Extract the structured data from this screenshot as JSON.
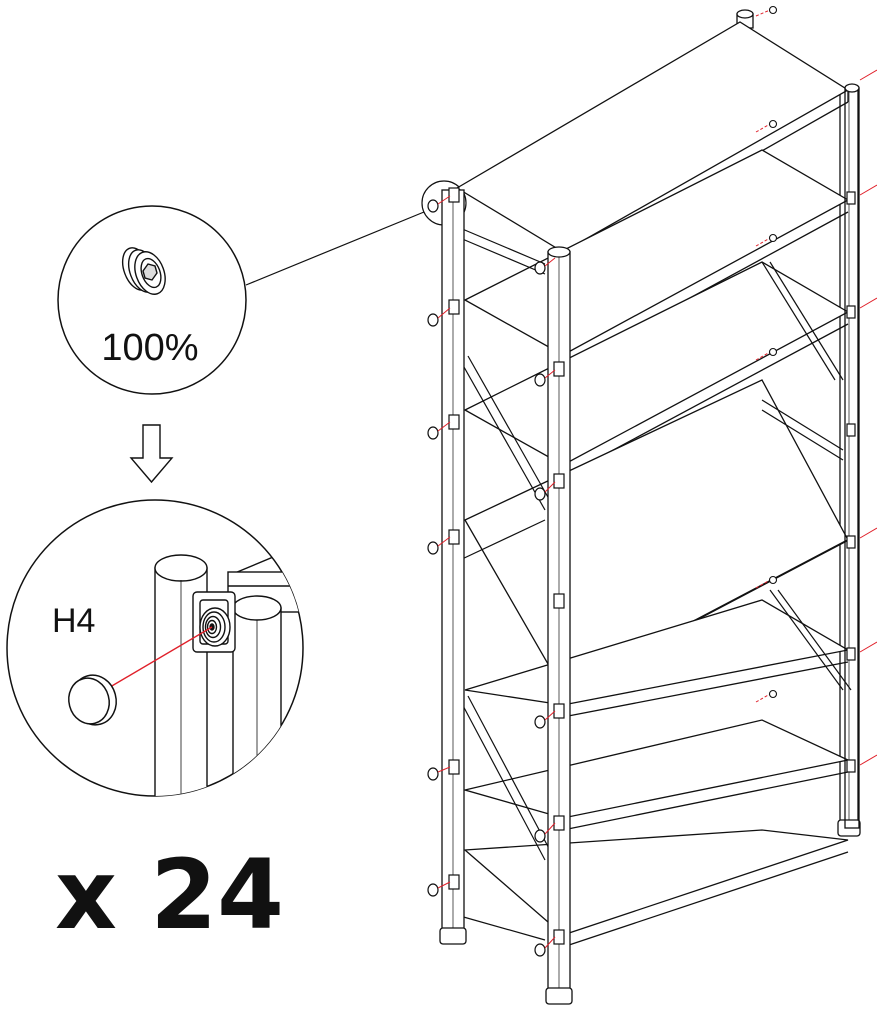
{
  "scale_label": "100%",
  "part_label": "H4",
  "quantity_label": "x 24",
  "colors": {
    "line": "#111111",
    "accent": "#e0202a",
    "background": "#ffffff"
  },
  "icons": {
    "part": "screw-cap-icon",
    "arrow": "arrow-down-icon"
  }
}
